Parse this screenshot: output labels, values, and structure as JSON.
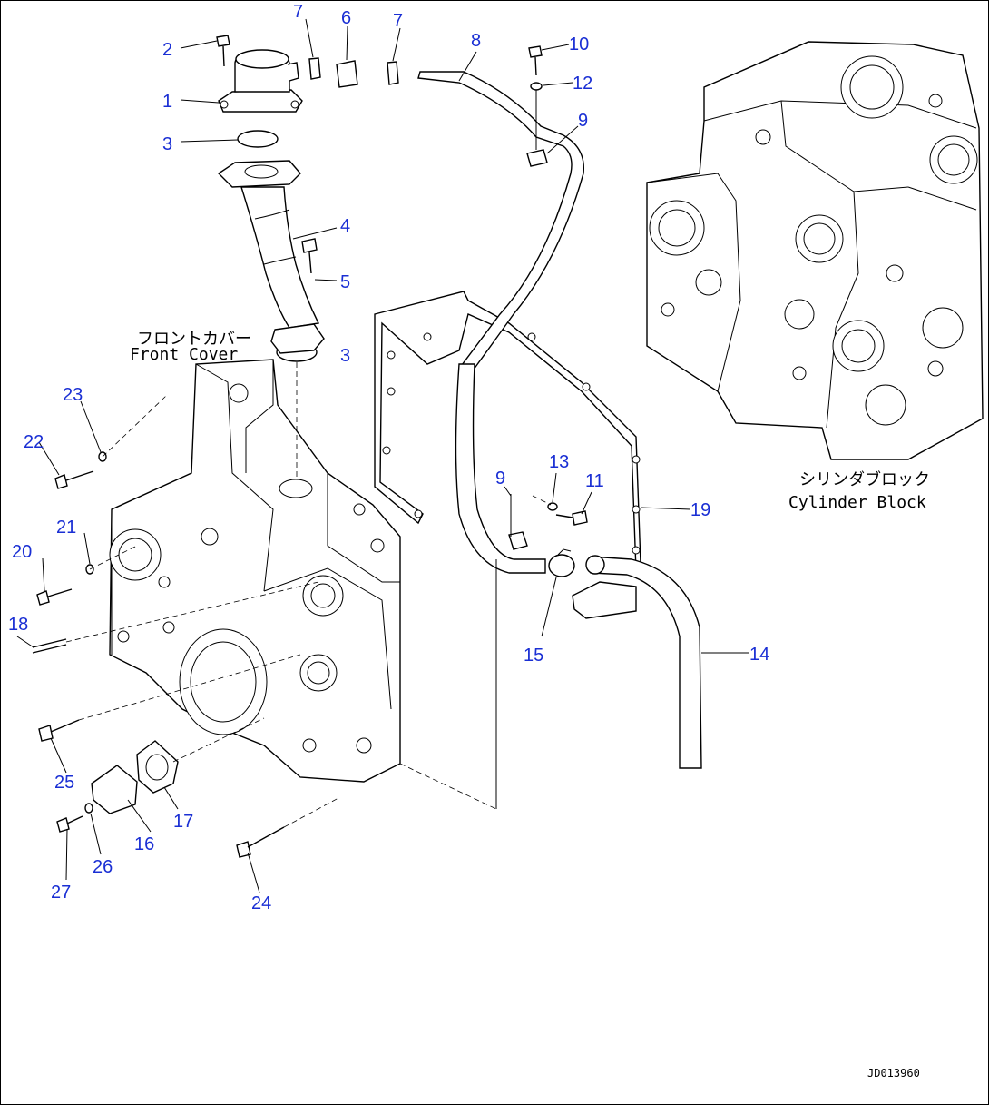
{
  "drawing_id": "JD013960",
  "captions": {
    "front_cover_jp": "フロントカバー",
    "front_cover_en": "Front Cover",
    "cylinder_block_jp": "シリンダブロック",
    "cylinder_block_en": "Cylinder Block"
  },
  "callouts": [
    "1",
    "2",
    "3",
    "3",
    "4",
    "5",
    "6",
    "7",
    "7",
    "8",
    "9",
    "9",
    "10",
    "11",
    "12",
    "13",
    "14",
    "15",
    "16",
    "17",
    "18",
    "19",
    "20",
    "21",
    "22",
    "23",
    "24",
    "25",
    "26",
    "27"
  ],
  "colors": {
    "callout": "#1a2fd4",
    "line": "#000000",
    "background": "#ffffff"
  }
}
